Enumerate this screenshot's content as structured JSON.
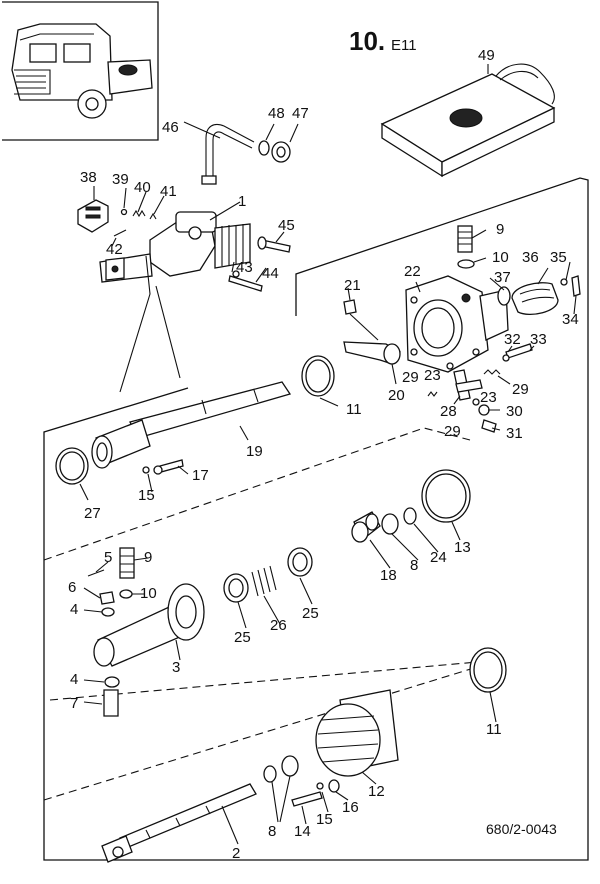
{
  "header": {
    "section_number": "10.",
    "section_suffix": "E11"
  },
  "footer": {
    "drawing_code": "680/2-0043"
  },
  "callouts": {
    "c49": "49",
    "c46": "46",
    "c48": "48",
    "c47": "47",
    "c38": "38",
    "c39": "39",
    "c40": "40",
    "c41": "41",
    "c1": "1",
    "c45": "45",
    "c42": "42",
    "c43": "43",
    "c44": "44",
    "c9a": "9",
    "c10a": "10",
    "c36": "36",
    "c35": "35",
    "c22": "22",
    "c37": "37",
    "c34": "34",
    "c21": "21",
    "c32": "32",
    "c33": "33",
    "c29a": "29",
    "c23a": "23",
    "c29b": "29",
    "c11a": "11",
    "c20": "20",
    "c28": "28",
    "c23b": "23",
    "c30": "30",
    "c29c": "29",
    "c31": "31",
    "c19": "19",
    "c17": "17",
    "c15a": "15",
    "c27": "27",
    "c13": "13",
    "c24": "24",
    "c8a": "8",
    "c18": "18",
    "c5": "5",
    "c9b": "9",
    "c6": "6",
    "c10b": "10",
    "c4a": "4",
    "c25a": "25",
    "c26": "26",
    "c25b": "25",
    "c3": "3",
    "c4b": "4",
    "c7": "7",
    "c11b": "11",
    "c12": "12",
    "c16": "16",
    "c15b": "15",
    "c14": "14",
    "c8b": "8",
    "c2": "2"
  },
  "icons": [
    "truck-cab-icon",
    "gaiter-icon",
    "bolt-icon",
    "washer-icon"
  ]
}
